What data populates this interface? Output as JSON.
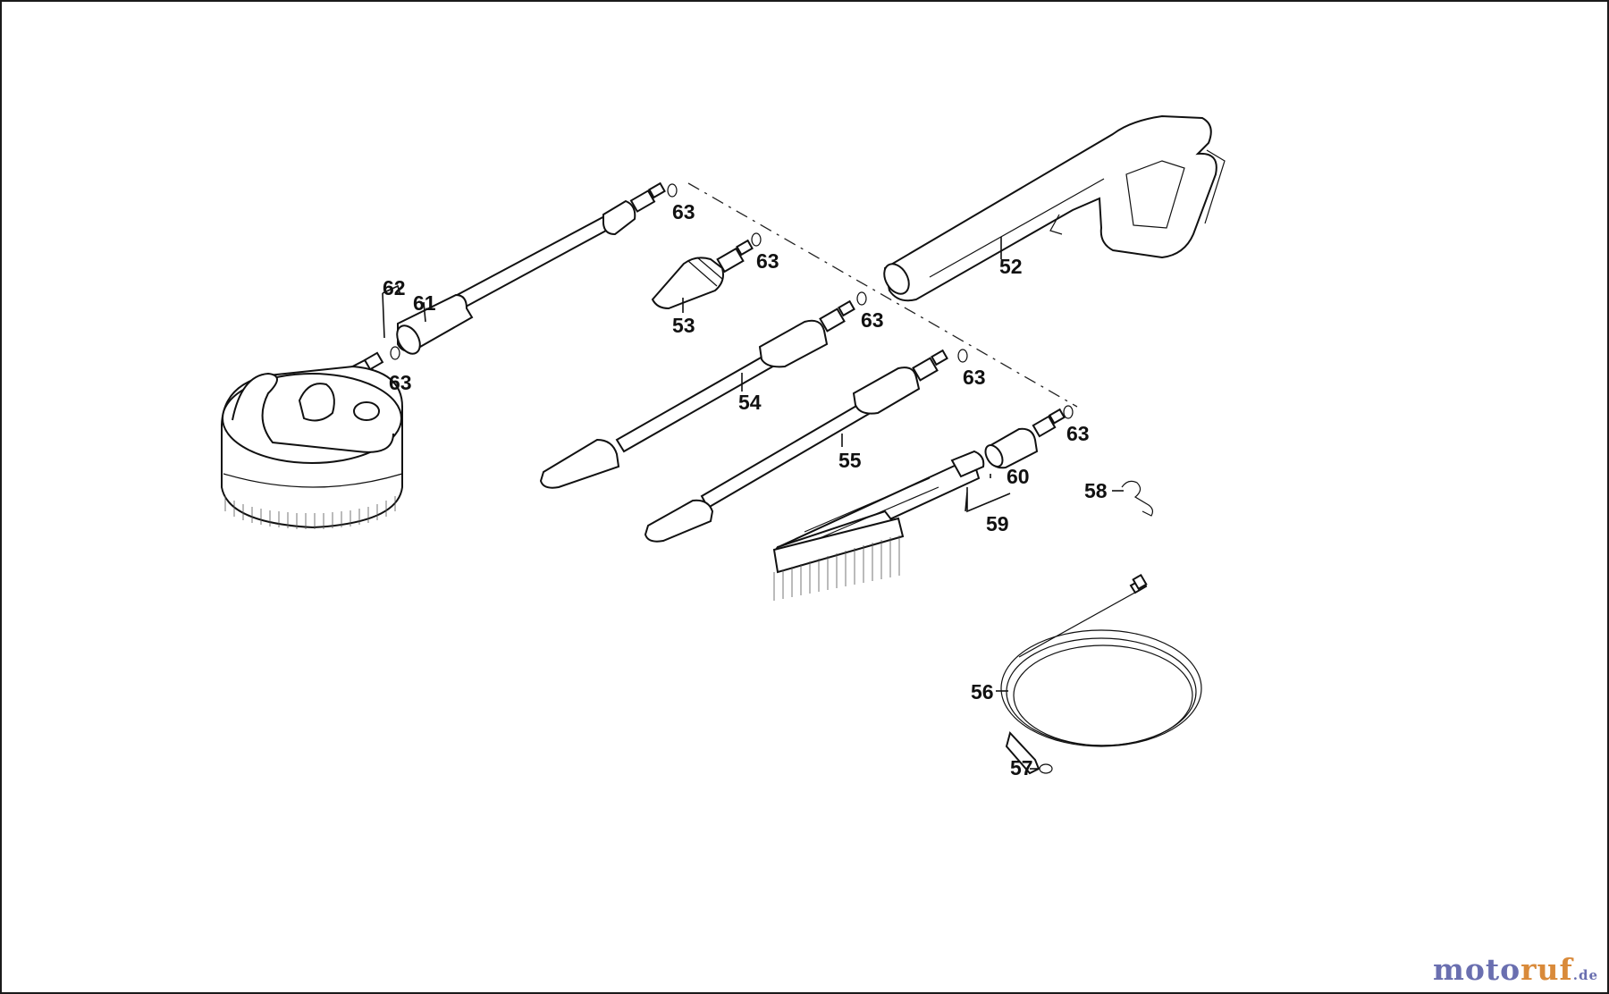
{
  "parts": {
    "p52": "52",
    "p53": "53",
    "p54": "54",
    "p55": "55",
    "p56": "56",
    "p57": "57",
    "p58": "58",
    "p59": "59",
    "p60": "60",
    "p61": "61",
    "p62": "62",
    "p63": "63"
  },
  "watermark": {
    "part1": "moto",
    "part2": "ruf",
    "part3": ".de"
  },
  "colors": {
    "line": "#111111",
    "watermark_blue": "#6a6fb0",
    "watermark_orange": "#d98a3a"
  }
}
